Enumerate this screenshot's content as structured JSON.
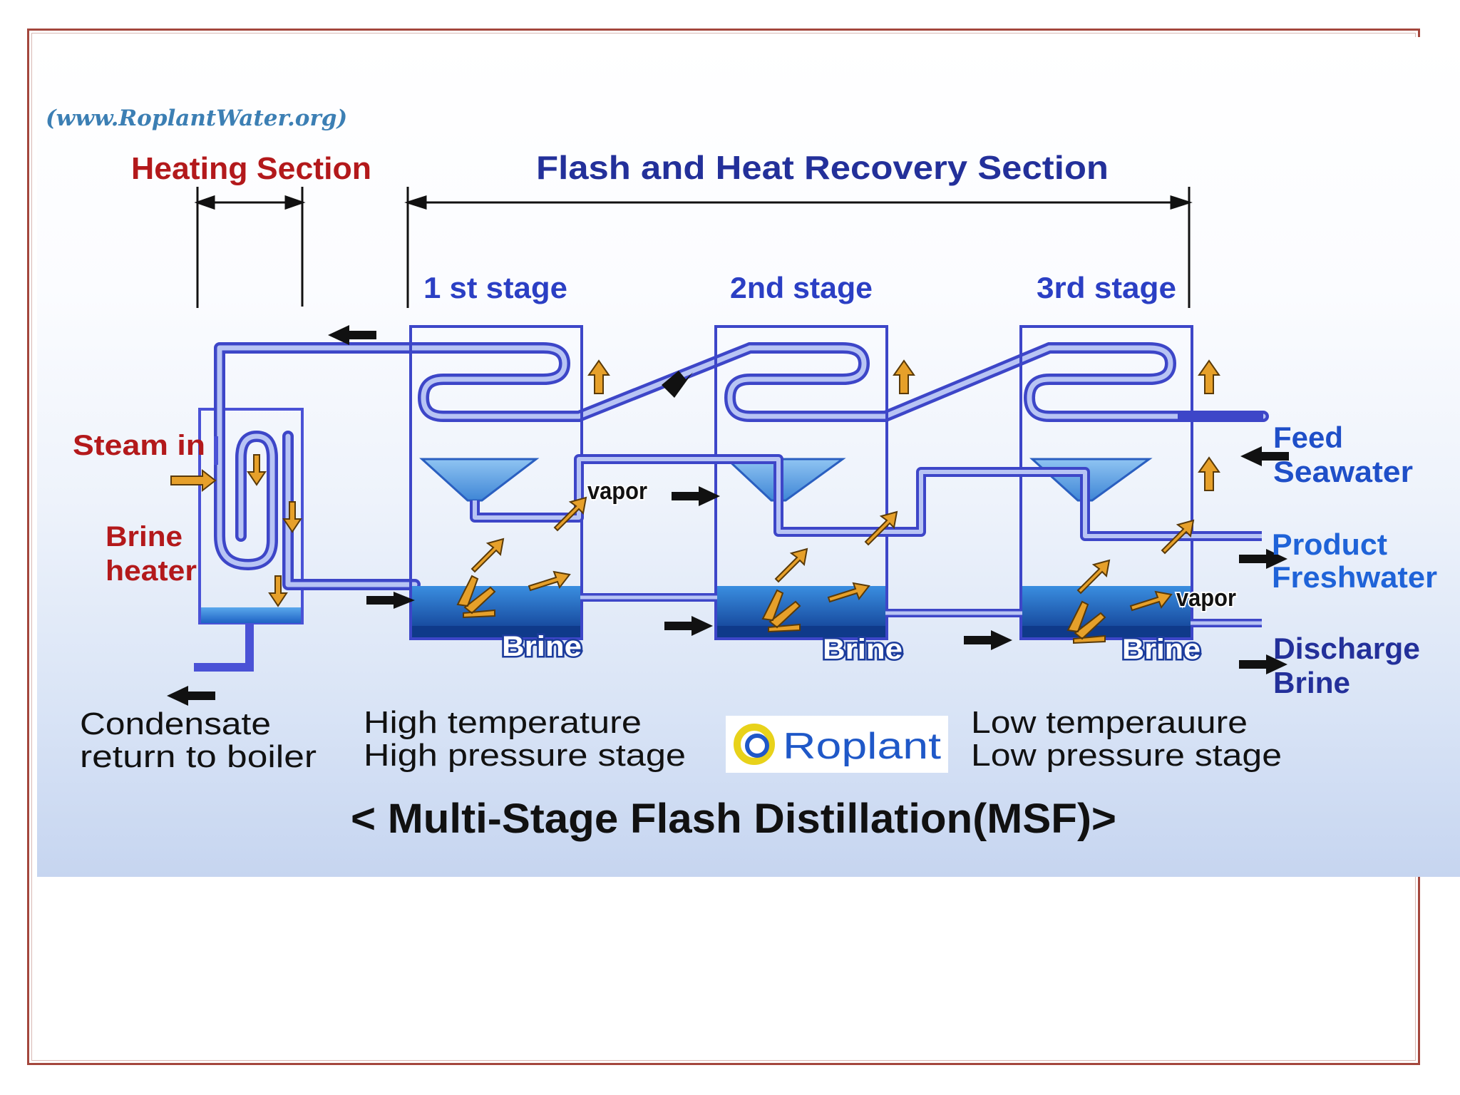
{
  "watermark": "(www.RoplantWater.org)",
  "sections": {
    "heating": "Heating Section",
    "flash_recovery": "Flash and Heat Recovery Section"
  },
  "stages": [
    "1 st stage",
    "2nd stage",
    "3rd stage"
  ],
  "left_labels": {
    "steam_in": "Steam in",
    "brine_heater_line1": "Brine",
    "brine_heater_line2": "heater",
    "condensate_line1": "Condensate",
    "condensate_line2": "return to boiler"
  },
  "right_labels": {
    "feed_line1": "Feed",
    "feed_line2": "Seawater",
    "product_line1": "Product",
    "product_line2": "Freshwater",
    "discharge_line1": "Discharge",
    "discharge_line2": "Brine"
  },
  "vapor_label": "vapor",
  "brine_label": "Brine",
  "bottom_labels": {
    "high_line1": "High temperature",
    "high_line2": "High pressure stage",
    "low_line1": "Low temperauure",
    "low_line2": "Low pressure stage"
  },
  "logo_text": "Roplant",
  "caption": "< Multi-Stage Flash Distillation(MSF)>",
  "colors": {
    "pipe": "#4a52d6",
    "pipe_light": "#b8c4f4",
    "dark_blue_text": "#23309a",
    "stage_text": "#2b3fc4",
    "red_text": "#b3191b",
    "cyan_text": "#1f63d8",
    "arrow_fill": "#e6a02a",
    "brine_fill": "#2f7fd0"
  }
}
